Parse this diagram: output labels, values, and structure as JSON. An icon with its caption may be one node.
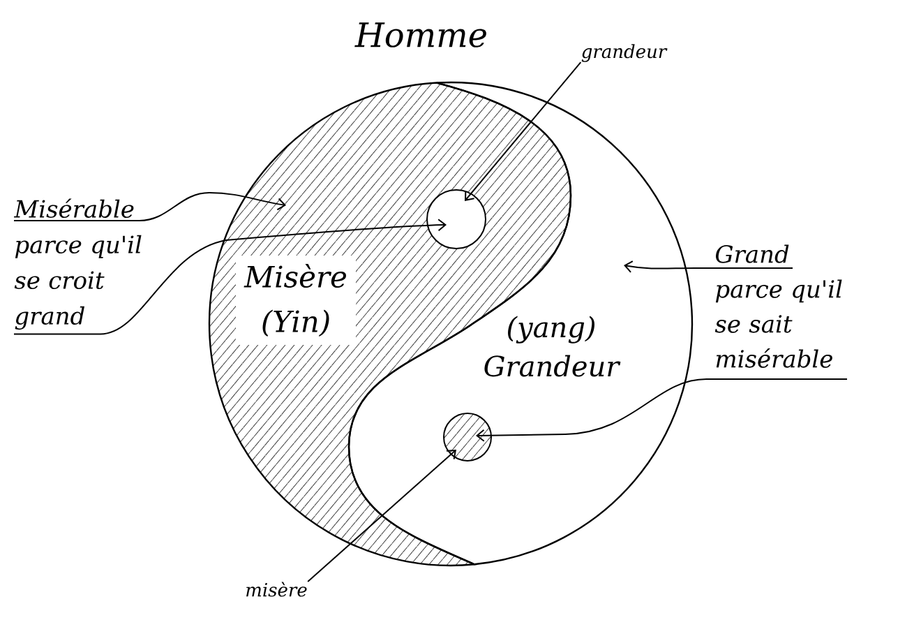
{
  "diagram": {
    "title": "Homme",
    "nodes": [
      {
        "text": [
          "Misère (Yin)"
        ]
      },
      {
        "text": [
          "(yang) Grandeur"
        ]
      },
      {
        "text": [],
        "shape": "circle",
        "in": 0
      },
      {
        "text": [],
        "shape": "circle",
        "in": 1
      },
      {
        "text": [
          "Misérable parce qu'il se croit grand"
        ]
      },
      {
        "text": [
          "Grand parce qu'il se sait misérable"
        ]
      },
      {
        "text": [
          "grandeur"
        ]
      },
      {
        "text": [
          "misère"
        ]
      }
    ],
    "edges": [
      {
        "from": 4,
        "to": 0,
        "arrow": "to"
      },
      {
        "from": 4,
        "to": 2,
        "arrow": "to"
      },
      {
        "from": 5,
        "to": 1,
        "arrow": "to"
      },
      {
        "from": 5,
        "to": 3,
        "arrow": "to"
      },
      {
        "from": 6,
        "to": 2,
        "arrow": "to"
      },
      {
        "from": 7,
        "to": 3,
        "arrow": "to"
      }
    ]
  }
}
